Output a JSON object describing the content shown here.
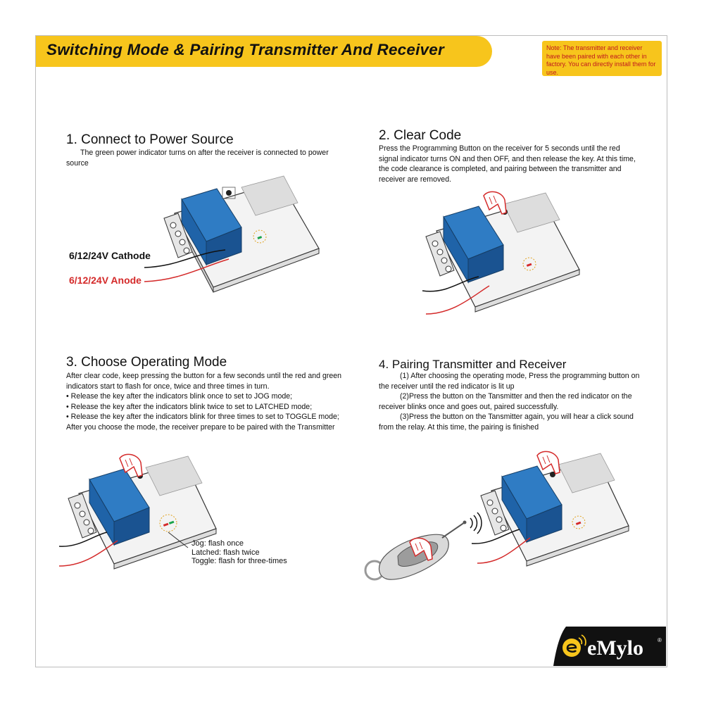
{
  "header": {
    "title": "Switching Mode & Pairing Transmitter And Receiver",
    "note": "Note: The transmitter and receiver have been paired with each other in factory. You can directly install them for use."
  },
  "step1": {
    "title": "1. Connect to Power Source",
    "text": "The green power indicator turns on after the receiver is connected to power source",
    "cathode_label": "6/12/24V Cathode",
    "anode_label": "6/12/24V Anode"
  },
  "step2": {
    "title": "2. Clear Code",
    "text": "Press the Programming Button on the receiver for 5 seconds until the red signal indicator turns ON and then OFF, and then release the key. At this time, the code clearance is completed, and pairing between the transmitter and receiver are removed."
  },
  "step3": {
    "title": "3. Choose Operating Mode",
    "intro": "After clear code, keep pressing the button for a few seconds until the red and green indicators start to flash for once, twice and three times in turn.",
    "bullets": [
      "• Release the key after the indicators blink once to set to JOG mode;",
      "• Release the key after the indicators blink twice to set to LATCHED mode;",
      "• Release the key after the indicators blink for three times to set to TOGGLE mode;"
    ],
    "outro": "After you choose the mode, the receiver prepare to be paired with the Transmitter",
    "modes": [
      "Jog: flash once",
      "Latched: flash twice",
      "Toggle: flash for three-times"
    ]
  },
  "step4": {
    "title": "4. Pairing Transmitter and Receiver",
    "paragraphs": [
      "(1) After choosing the operating mode, Press the programming button on the receiver until the red indicator is lit up",
      "(2)Press the button on the Tansmitter and then the red indicator on the receiver blinks once and goes out, paired successfully.",
      "(3)Press the button on the Tansmitter  again, you will hear a click sound from the relay. At this time, the pairing is finished"
    ]
  },
  "brand": {
    "name": "eMylo",
    "registered": "®"
  },
  "colors": {
    "banner": "#f7c51c",
    "relay_blue": "#1f63a8",
    "warning_red": "#c0171f",
    "anode_red": "#d42a2a",
    "indicator_green": "#1aa34a"
  }
}
